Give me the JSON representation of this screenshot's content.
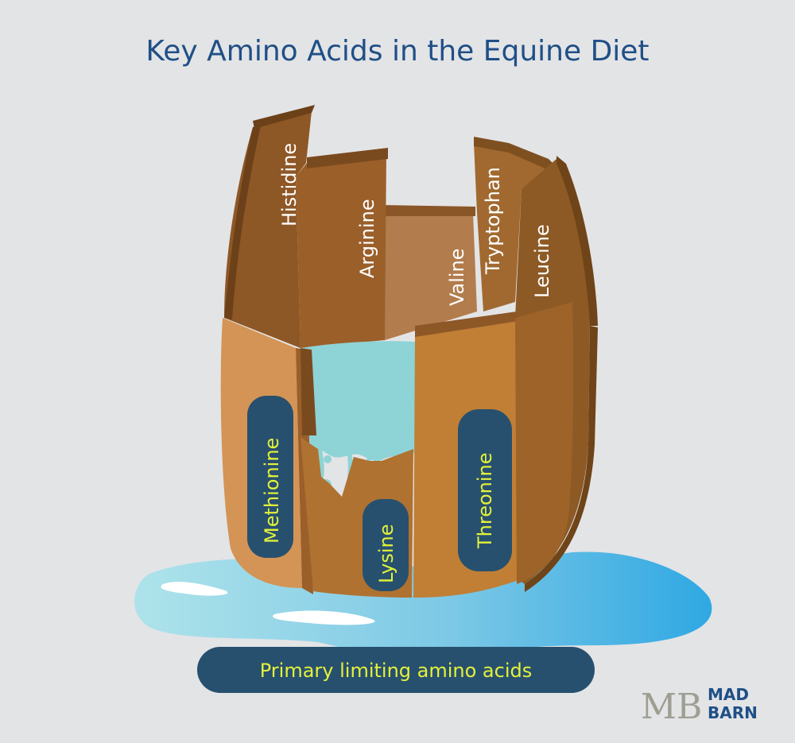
{
  "title": "Key Amino Acids in the Equine Diet",
  "staves": {
    "histidine": "Histidine",
    "arginine": "Arginine",
    "valine": "Valine",
    "tryptophan": "Tryptophan",
    "leucine": "Leucine",
    "methionine": "Methionine",
    "lysine": "Lysine",
    "threonine": "Threonine"
  },
  "legend": "Primary limiting amino acids",
  "logo": {
    "monogram": "MB",
    "line1": "MAD",
    "line2": "BARN"
  },
  "colors": {
    "title": "#1f4f86",
    "pill": "#27506f",
    "limiting_text": "#e4f13a",
    "water": "#8ed3d6",
    "puddle": "#43b2de"
  }
}
